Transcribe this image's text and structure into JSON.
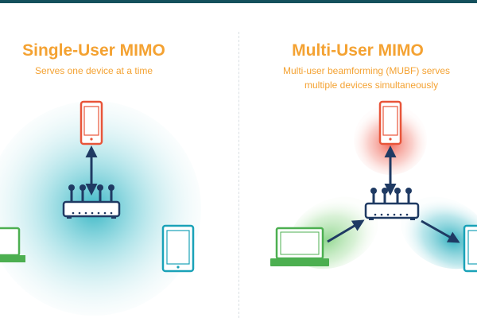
{
  "left_panel": {
    "title": "Single-User MIMO",
    "subtitle": "Serves one device at a time"
  },
  "right_panel": {
    "title": "Multi-User MIMO",
    "subtitle_line1": "Multi-user beamforming (MUBF) serves",
    "subtitle_line2": "multiple devices simultaneously"
  },
  "colors": {
    "header_bar": "#14505c",
    "title_orange": "#f4a232",
    "router_navy": "#1f3a63",
    "phone_orange": "#e8553a",
    "laptop_green": "#4caf50",
    "tablet_teal": "#1aa2b8",
    "beam_teal": "#35bcc8",
    "beam_red": "#f26b5a",
    "beam_green": "#8fd68e"
  },
  "icons": [
    "router-icon",
    "smartphone-icon",
    "laptop-icon",
    "tablet-icon"
  ]
}
